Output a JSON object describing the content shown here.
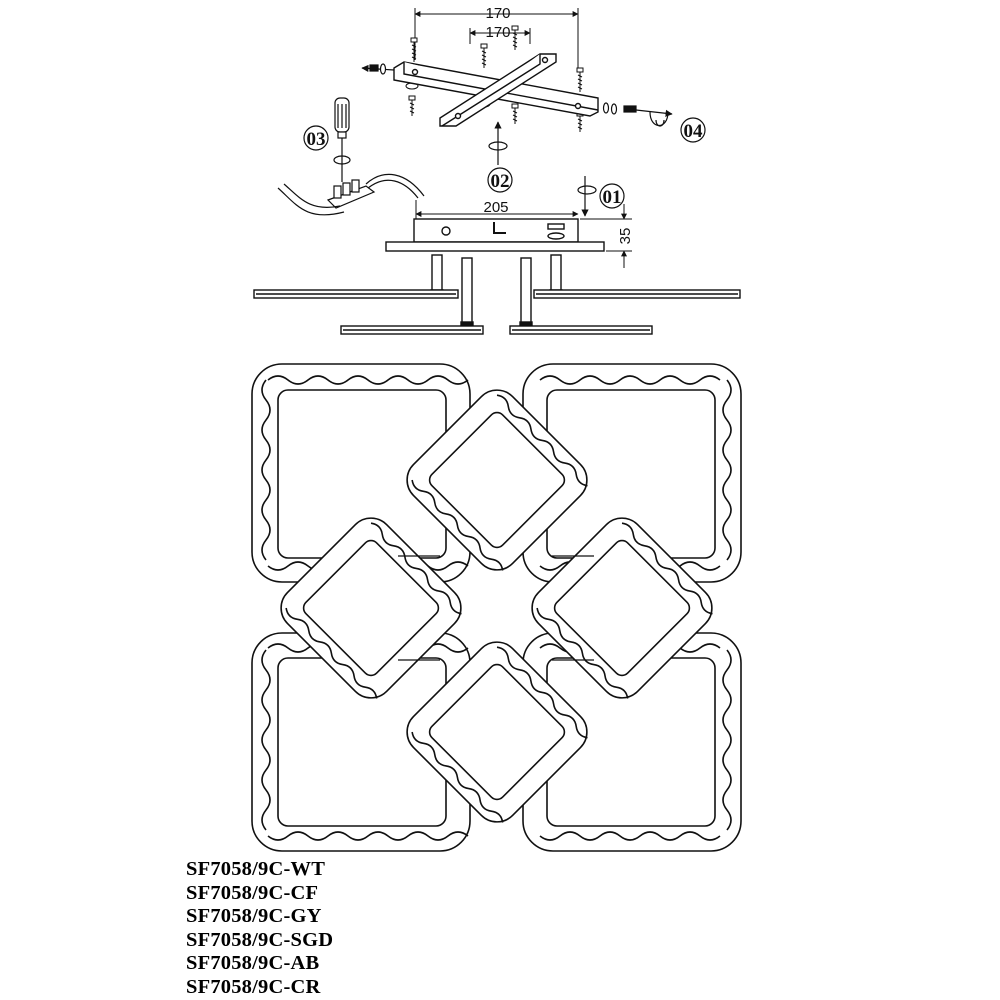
{
  "dimensions": {
    "top_span_upper": "170",
    "top_span_lower": "170",
    "base_width": "205",
    "base_height": "35"
  },
  "steps": [
    {
      "id": "step-01",
      "label": "01"
    },
    {
      "id": "step-02",
      "label": "02"
    },
    {
      "id": "step-03",
      "label": "03"
    },
    {
      "id": "step-04",
      "label": "04"
    }
  ],
  "models": [
    "SF7058/9C-WT",
    "SF7058/9C-CF",
    "SF7058/9C-GY",
    "SF7058/9C-SGD",
    "SF7058/9C-AB",
    "SF7058/9C-CR"
  ]
}
